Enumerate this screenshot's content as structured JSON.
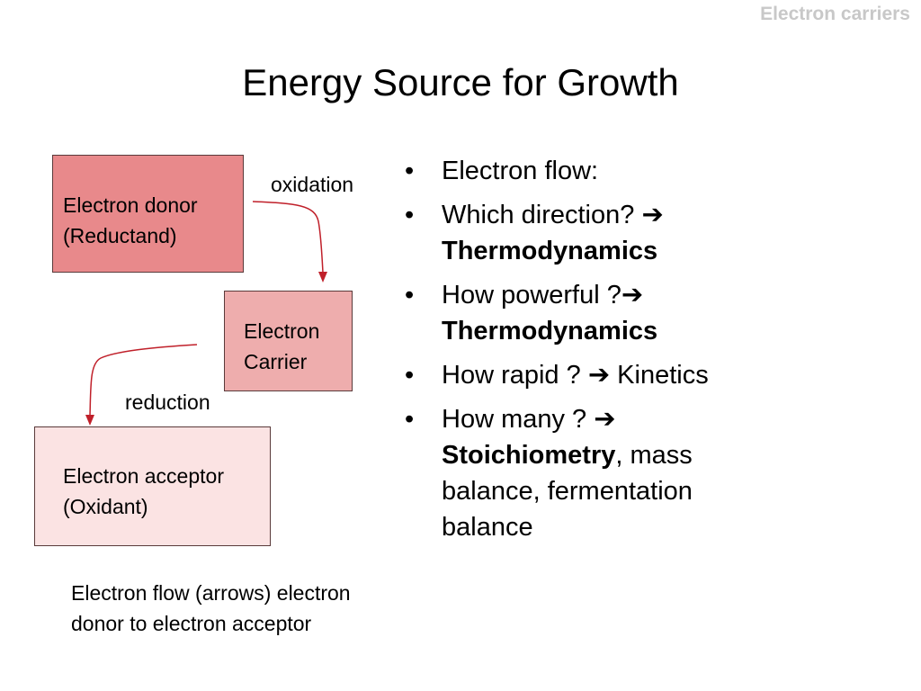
{
  "header": {
    "tag": "Electron carriers"
  },
  "title": "Energy Source for Growth",
  "diagram": {
    "donor": {
      "line1": "Electron donor",
      "line2": "(Reductand)"
    },
    "carrier": {
      "line1": "Electron",
      "line2": "Carrier"
    },
    "acceptor": {
      "line1": "Electron acceptor",
      "line2": "(Oxidant)"
    },
    "oxidation_label": "oxidation",
    "reduction_label": "reduction",
    "arrow_color": "#c0202a",
    "caption": {
      "line1": "Electron flow (arrows) electron",
      "line2": "donor to electron acceptor"
    }
  },
  "bullets": {
    "marker": "•",
    "arrow": "➔",
    "b1": {
      "text": "Electron flow:"
    },
    "b2": {
      "text": "Which direction? ",
      "emph": "Thermodynamics"
    },
    "b3": {
      "text": "How powerful ?",
      "emph": "Thermodynamics"
    },
    "b4": {
      "text": "How rapid ? ",
      "after": " Kinetics"
    },
    "b5": {
      "text": "How many ? ",
      "emph": "Stoichiometry",
      "after": ", mass",
      "line3": "balance, fermentation",
      "line4": "balance"
    }
  }
}
